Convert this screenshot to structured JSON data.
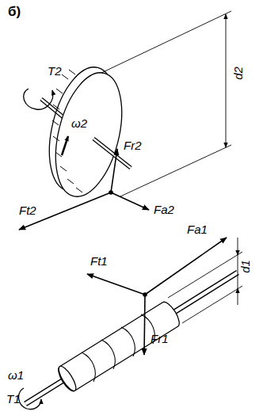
{
  "diagram": {
    "labels": [
      "б)",
      "T2",
      "d2",
      "ω2",
      "Fr2",
      "Fa2",
      "Ft2",
      "Fa1",
      "Ft1",
      "d1",
      "Fr1",
      "ω1",
      "T1"
    ]
  }
}
